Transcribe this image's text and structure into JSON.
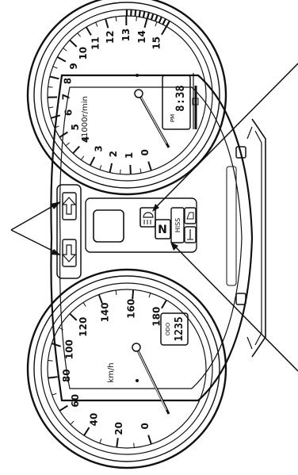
{
  "tachometer": {
    "numbers": [
      "0",
      "1",
      "2",
      "3",
      "4",
      "5",
      "6",
      "7",
      "8",
      "9",
      "10",
      "11",
      "12",
      "13",
      "14",
      "15"
    ],
    "unit": "x1000r/min",
    "lcd": {
      "ampm": "PM",
      "clock": "8:38"
    }
  },
  "speedometer": {
    "numbers": [
      "0",
      "20",
      "40",
      "60",
      "80",
      "100",
      "120",
      "140",
      "160",
      "180"
    ],
    "unit": "km/h",
    "lcd": {
      "label": "ODO",
      "value": "1235"
    }
  },
  "indicators": {
    "neutral": "N",
    "hiss": "HISS"
  }
}
